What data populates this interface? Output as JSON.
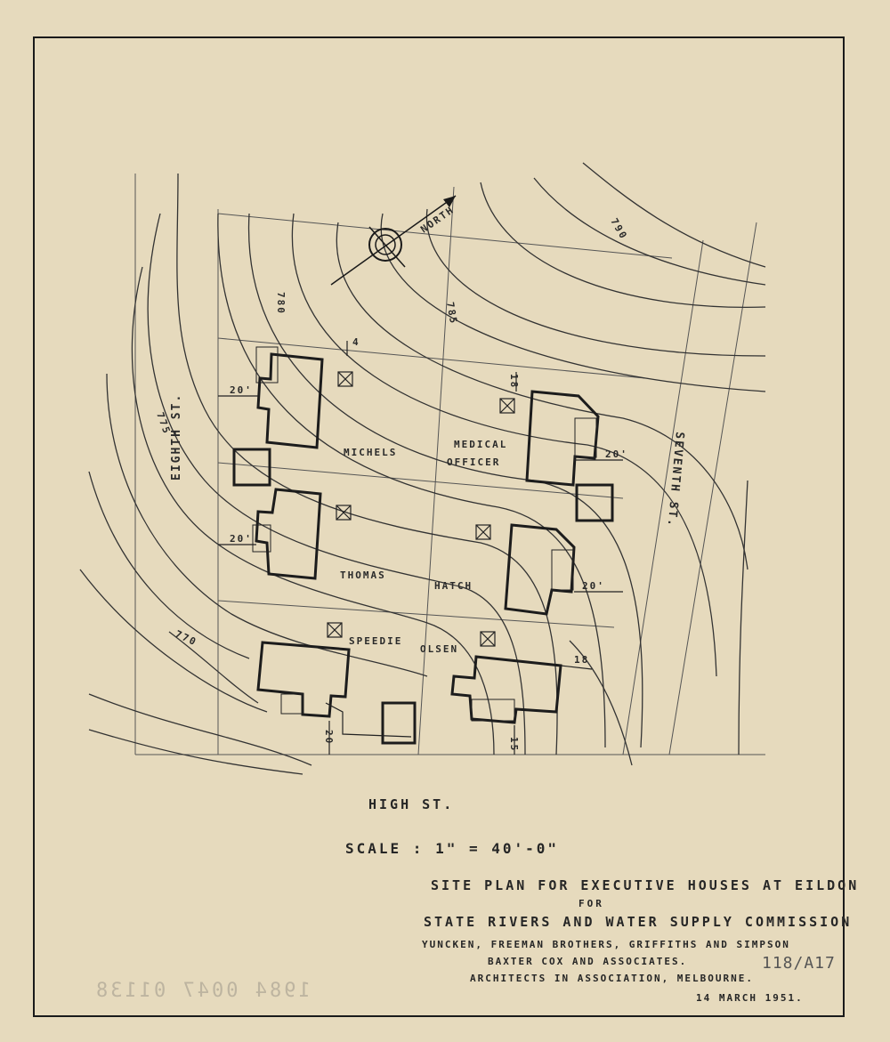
{
  "plan": {
    "streets": {
      "high": "HIGH ST.",
      "eighth": "EIGHTH ST.",
      "seventh": "SEVENTH ST."
    },
    "north": "NORTH",
    "contours": [
      "790",
      "785",
      "780",
      "775",
      "770"
    ],
    "houses": [
      "MICHELS",
      "MEDICAL",
      "OFFICER",
      "THOMAS",
      "HATCH",
      "SPEEDIE",
      "OLSEN"
    ],
    "dimensions": [
      "20'",
      "20'",
      "20'",
      "20'",
      "20",
      "15",
      "18",
      "18",
      "4"
    ]
  },
  "title_block": {
    "scale": "SCALE : 1\" = 40'-0\"",
    "line1": "SITE PLAN FOR EXECUTIVE HOUSES AT EILDON",
    "line2": "FOR",
    "line3": "STATE RIVERS AND WATER SUPPLY COMMISSION",
    "line4": "YUNCKEN, FREEMAN BROTHERS, GRIFFITHS AND SIMPSON",
    "line5": "BAXTER COX AND ASSOCIATES.",
    "line6": "ARCHITECTS IN ASSOCIATION, MELBOURNE.",
    "date": "14 MARCH 1951."
  },
  "annotations": {
    "ref_number": "118/A17",
    "stamp": "1984 0047 01138"
  }
}
